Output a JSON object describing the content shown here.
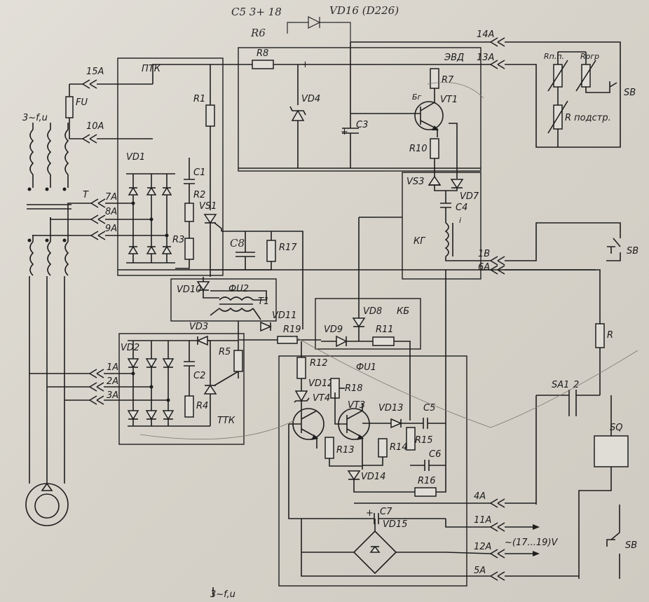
{
  "annotations": {
    "top_handwritten": "C5 3+ 18",
    "r6_handwritten": "R6",
    "vd16_handwritten": "VD16 (D226)",
    "c8_handwritten": "C8"
  },
  "blocks": {
    "ptk": "ПТК",
    "evd": "ЭВД",
    "kg": "КГ",
    "kb": "КБ",
    "fu2": "ФU2",
    "fu1": "ФU1",
    "ttk": "ТТК"
  },
  "terminals": [
    "15A",
    "10A",
    "7A",
    "8A",
    "9A",
    "1A",
    "2A",
    "3A",
    "14A",
    "13A",
    "1B",
    "6A",
    "4A",
    "11A",
    "12A",
    "5A"
  ],
  "components": {
    "fu": "FU",
    "t": "T",
    "vd1": "VD1",
    "r1": "R1",
    "c1": "C1",
    "r2": "R2",
    "vs1": "VS1",
    "r3": "R3",
    "r17": "R17",
    "vd10": "VD10",
    "t1": "T1",
    "vd11": "VD11",
    "r8": "R8",
    "vd4": "VD4",
    "c3": "C3",
    "r7": "R7",
    "vt1": "VT1",
    "r10": "R10",
    "vs3": "VS3",
    "vd7": "VD7",
    "c4": "C4",
    "vd8": "VD8",
    "vd9": "VD9",
    "r11": "R11",
    "r19": "R19",
    "r12": "R12",
    "vd12": "VD12",
    "r18": "R18",
    "vt4": "VT4",
    "vt3": "VT3",
    "vd13": "VD13",
    "c5": "C5",
    "r13": "R13",
    "r14": "R14",
    "r15": "R15",
    "c6": "C6",
    "vd14": "VD14",
    "r16": "R16",
    "c7": "C7",
    "vd15": "VD15",
    "vd2": "VD2",
    "vd3": "VD3",
    "r5": "R5",
    "c2": "C2",
    "r4": "R4",
    "rpp": "Rп.п.",
    "rogr": "Rогр",
    "rpodstr": "R подстр.",
    "sb_top": "SB",
    "sb_mid": "SB",
    "sb_bot": "SB",
    "r_right": "R",
    "sa1": "SA1",
    "sa1_num": "2",
    "sq": "SQ",
    "vt1_base": "Бг",
    "inductor_i": "i",
    "plus_c3": "+",
    "plus_r8": "+",
    "plus_c7": "+"
  },
  "supply": {
    "top_left": "3~f,u",
    "bottom": "3~f,u",
    "ac_output": "~(17...19)V"
  }
}
